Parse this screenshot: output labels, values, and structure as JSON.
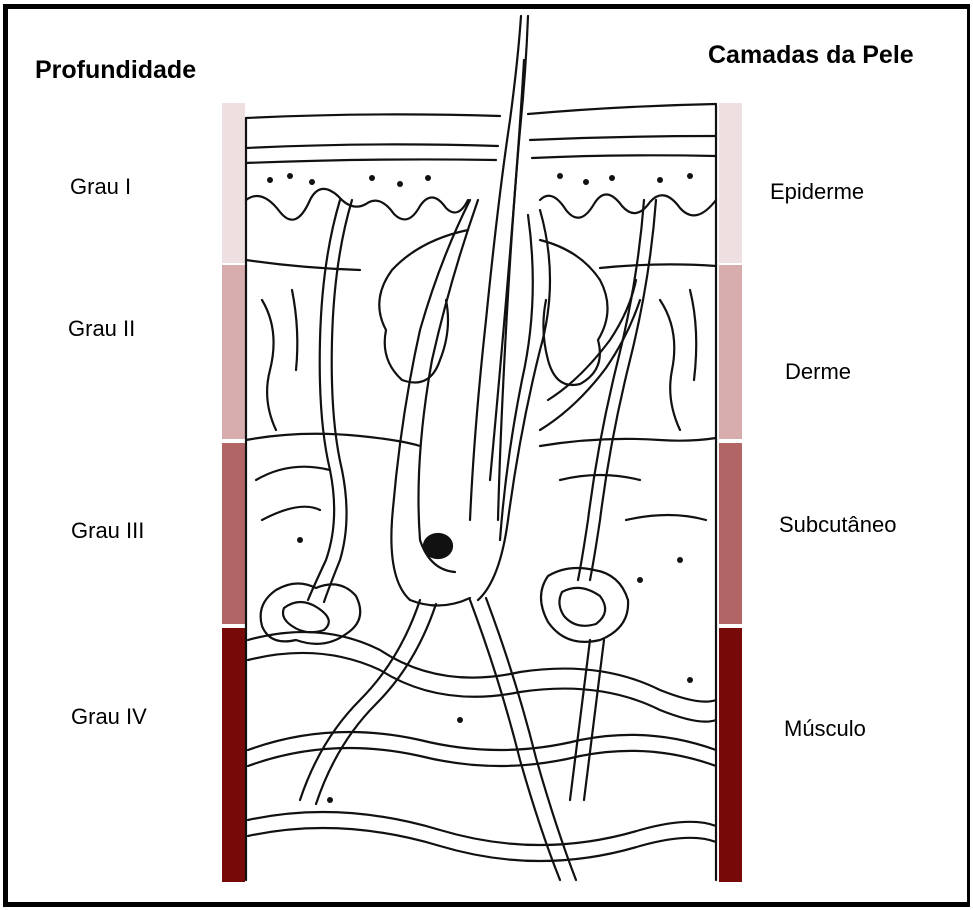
{
  "headings": {
    "depth": "Profundidade",
    "layers": "Camadas da Pele"
  },
  "depth_grades": [
    {
      "label": "Grau I",
      "color": "#eee0e0"
    },
    {
      "label": "Grau II",
      "color": "#d6acac"
    },
    {
      "label": "Grau III",
      "color": "#b26565"
    },
    {
      "label": "Grau IV",
      "color": "#780909"
    }
  ],
  "skin_layers": [
    {
      "label": "Epiderme",
      "color": "#eee0e0"
    },
    {
      "label": "Derme",
      "color": "#d6acac"
    },
    {
      "label": "Subcutâneo",
      "color": "#b26565"
    },
    {
      "label": "Músculo",
      "color": "#780909"
    }
  ],
  "colors": {
    "frame": "#000000",
    "ink": "#111111",
    "background": "#ffffff"
  }
}
